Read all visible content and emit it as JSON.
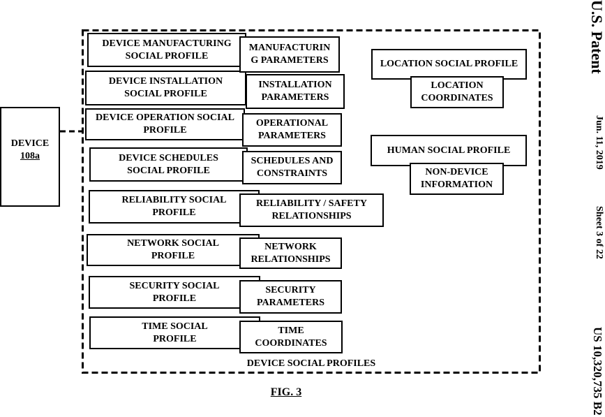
{
  "header": {
    "publication": "U.S. Patent",
    "date": "Jun. 11, 2019",
    "sheet": "Sheet 3 of 22",
    "patent_number": "US 10,320,735 B2"
  },
  "device": {
    "label": "DEVICE",
    "reference": "108a"
  },
  "social_profiles_group": {
    "label": "DEVICE SOCIAL PROFILES",
    "device_profiles": [
      {
        "profile": "DEVICE MANUFACTURING\nSOCIAL PROFILE",
        "detail": "MANUFACTURIN\nG PARAMETERS"
      },
      {
        "profile": "DEVICE INSTALLATION\nSOCIAL PROFILE",
        "detail": "INSTALLATION\nPARAMETERS"
      },
      {
        "profile": "DEVICE OPERATION SOCIAL\nPROFILE",
        "detail": "OPERATIONAL\nPARAMETERS"
      },
      {
        "profile": "DEVICE SCHEDULES\nSOCIAL PROFILE",
        "detail": "SCHEDULES AND\nCONSTRAINTS"
      },
      {
        "profile": "RELIABILITY SOCIAL\nPROFILE",
        "detail": "RELIABILITY / SAFETY\nRELATIONSHIPS"
      },
      {
        "profile": "NETWORK SOCIAL\nPROFILE",
        "detail": "NETWORK\nRELATIONSHIPS"
      },
      {
        "profile": "SECURITY SOCIAL\nPROFILE",
        "detail": "SECURITY\nPARAMETERS"
      },
      {
        "profile": "TIME SOCIAL\nPROFILE",
        "detail": "TIME\nCOORDINATES"
      }
    ],
    "other_profiles": [
      {
        "profile": "LOCATION SOCIAL PROFILE",
        "detail": "LOCATION\nCOORDINATES"
      },
      {
        "profile": "HUMAN SOCIAL PROFILE",
        "detail": "NON-DEVICE\nINFORMATION"
      }
    ]
  },
  "figure_label": "FIG. 3"
}
